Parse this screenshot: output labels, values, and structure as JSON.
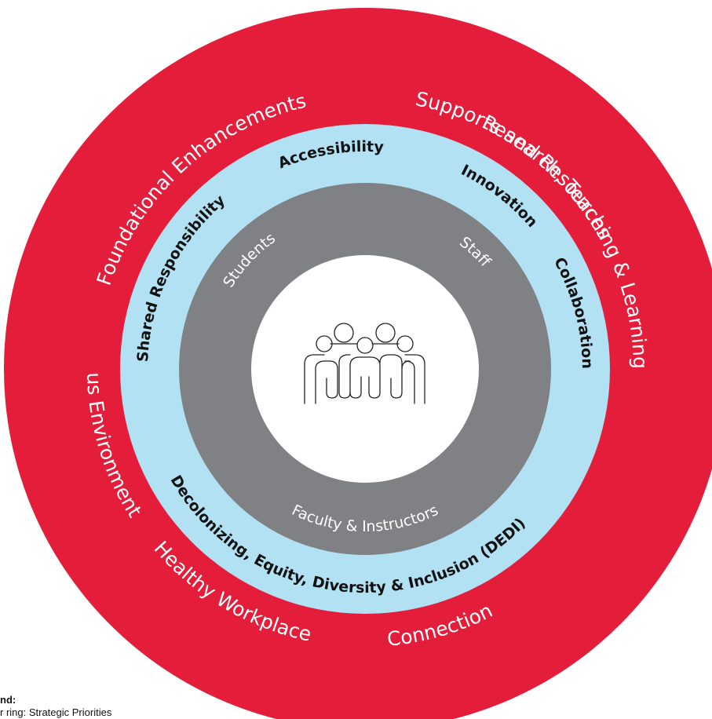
{
  "colors": {
    "outer_ring": "#e31d3a",
    "middle_ring": "#b1e1f3",
    "inner_ring": "#808184",
    "center": "#ffffff",
    "background": "#ffffff"
  },
  "outer_ring": {
    "labels": [
      "Foundational Enhancements",
      "Supports and Resources",
      "Research, Teaching & Learning",
      "Connection",
      "Healthy Workplace",
      "Campus Environment"
    ]
  },
  "middle_ring": {
    "labels": [
      "Accessibility",
      "Innovation",
      "Collaboration",
      "Decolonizing, Equity, Diversity & Inclusion (DEDI)",
      "Shared Responsibility"
    ]
  },
  "inner_ring": {
    "labels": [
      "Students",
      "Staff",
      "Faculty & Instructors"
    ]
  },
  "center": {
    "icon": "people-group-icon"
  },
  "legend": {
    "title": "nd:",
    "item": "r ring: Strategic Priorities"
  }
}
